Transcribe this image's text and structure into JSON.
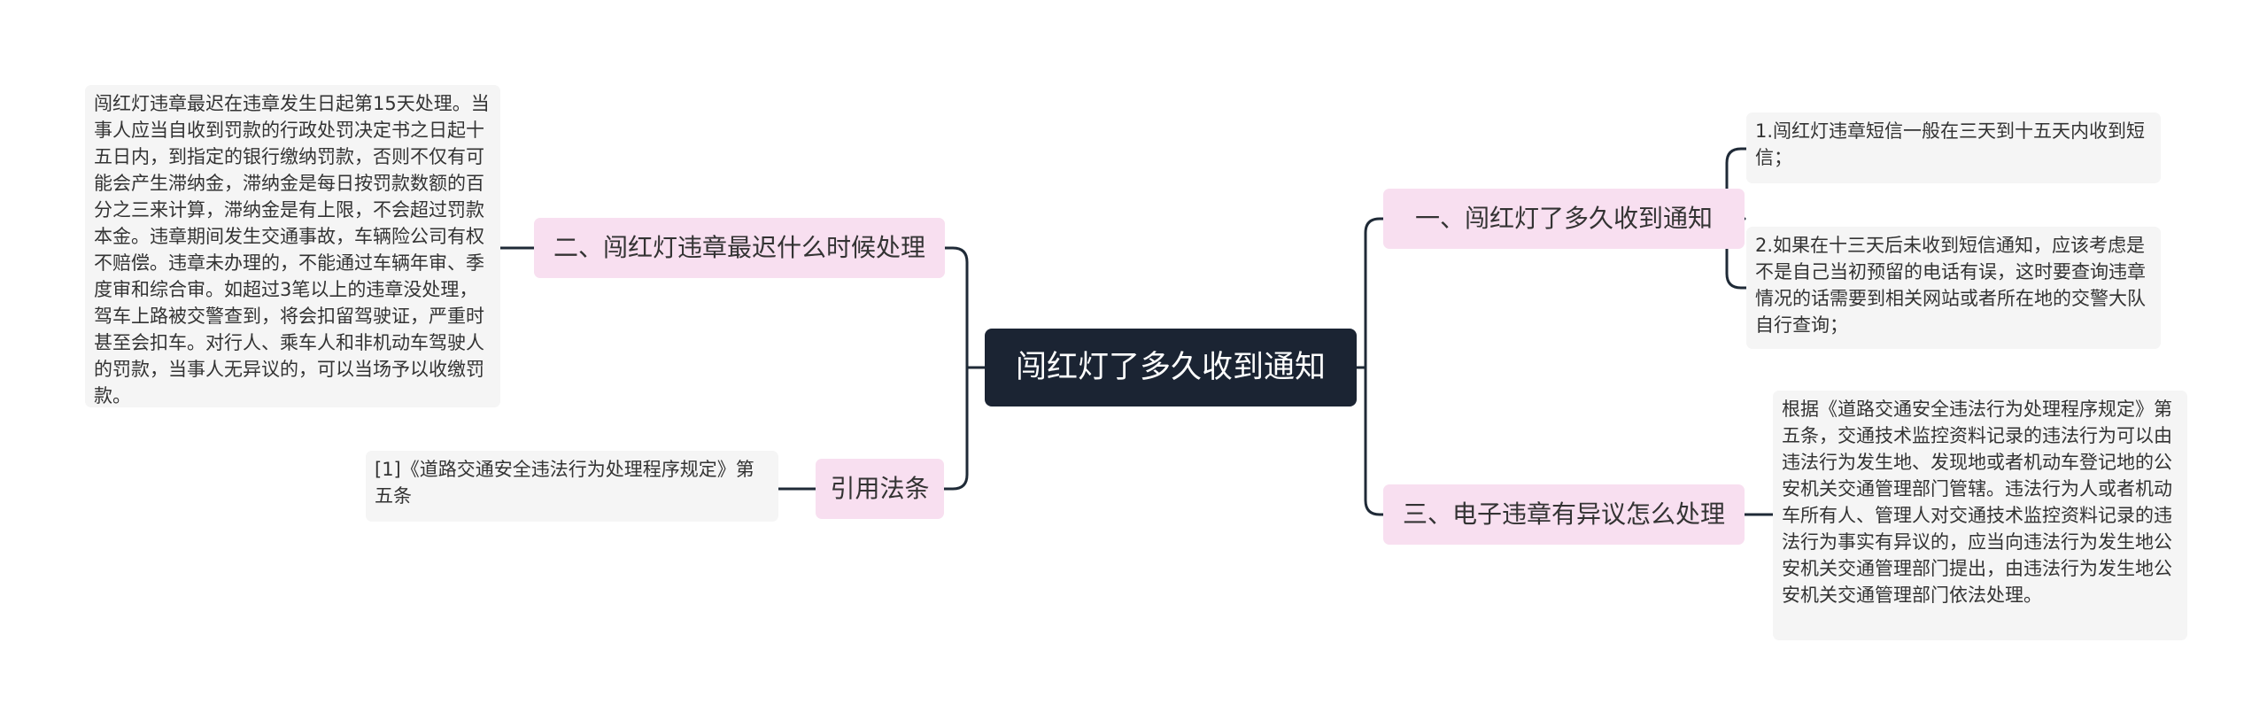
{
  "root": {
    "title": "闯红灯了多久收到通知"
  },
  "left_branches": [
    {
      "label": "二、闯红灯违章最迟什么时候处理",
      "detail": "闯红灯违章最迟在违章发生日起第15天处理。当事人应当自收到罚款的行政处罚决定书之日起十五日内，到指定的银行缴纳罚款，否则不仅有可能会产生滞纳金，滞纳金是每日按罚款数额的百分之三来计算，滞纳金是有上限，不会超过罚款本金。违章期间发生交通事故，车辆险公司有权不赔偿。违章未办理的，不能通过车辆年审、季度审和综合审。如超过3笔以上的违章没处理，驾车上路被交警查到，将会扣留驾驶证，严重时甚至会扣车。对行人、乘车人和非机动车驾驶人的罚款，当事人无异议的，可以当场予以收缴罚款。"
    },
    {
      "label": "引用法条",
      "detail": "[1]《道路交通安全违法行为处理程序规定》第五条"
    }
  ],
  "right_branches": [
    {
      "label": "一、闯红灯了多久收到通知",
      "details": [
        "1.闯红灯违章短信一般在三天到十五天内收到短信；",
        "2.如果在十三天后未收到短信通知，应该考虑是不是自己当初预留的电话有误，这时要查询违章情况的话需要到相关网站或者所在地的交警大队自行查询；"
      ]
    },
    {
      "label": "三、电子违章有异议怎么处理",
      "details": [
        "根据《道路交通安全违法行为处理程序规定》第五条，交通技术监控资料记录的违法行为可以由违法行为发生地、发现地或者机动车登记地的公安机关交通管理部门管辖。违法行为人或者机动车所有人、管理人对交通技术监控资料记录的违法行为事实有异议的，应当向违法行为发生地公安机关交通管理部门提出，由违法行为发生地公安机关交通管理部门依法处理。"
      ]
    }
  ],
  "colors": {
    "root_fill": "#1b2433",
    "branch_fill": "#f8dff0",
    "leaf_fill": "#f5f5f5",
    "connector": "#1f2a37"
  }
}
